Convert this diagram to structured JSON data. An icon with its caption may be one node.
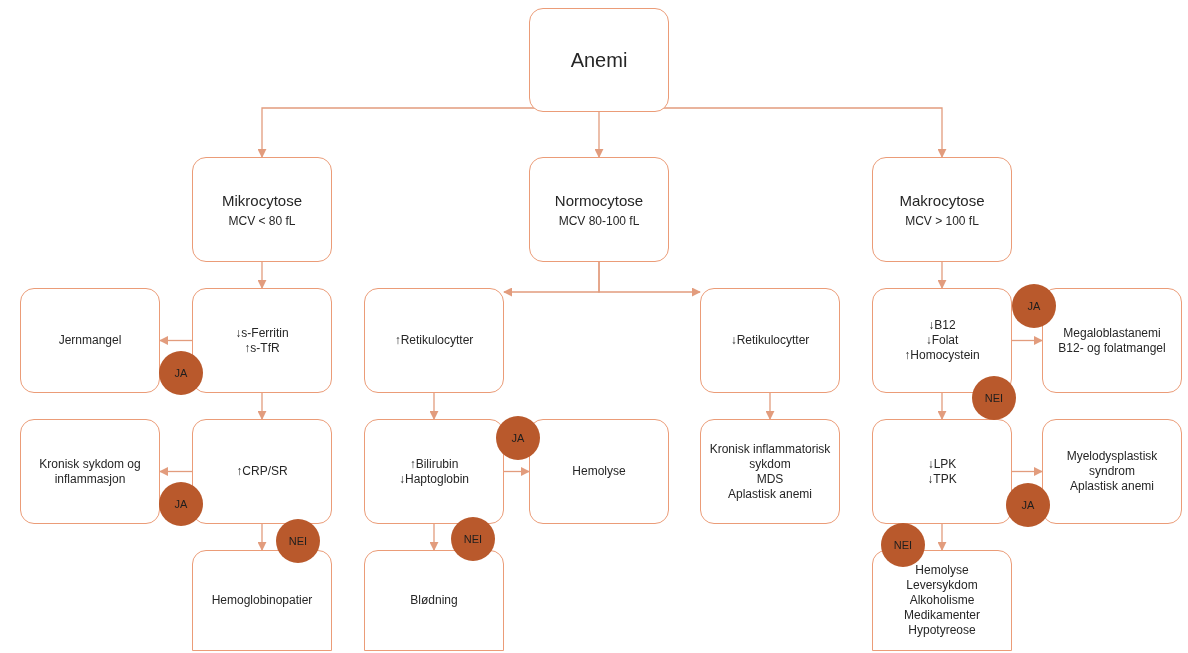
{
  "diagram": {
    "nodes": [
      {
        "text": [
          "Anemi"
        ]
      },
      {
        "text": [
          "Mikrocytose",
          "MCV < 80 fL"
        ]
      },
      {
        "text": [
          "Normocytose",
          "MCV 80-100 fL"
        ]
      },
      {
        "text": [
          "Makrocytose",
          "MCV > 100 fL"
        ]
      },
      {
        "text": [
          "Jernmangel"
        ]
      },
      {
        "text": [
          "↓s-Ferritin",
          "↑s-TfR"
        ]
      },
      {
        "text": [
          "↑Retikulocytter"
        ]
      },
      {
        "text": [
          "↓Retikulocytter"
        ]
      },
      {
        "text": [
          "↓B12",
          "↓Folat",
          "↑Homocystein"
        ]
      },
      {
        "text": [
          "Megaloblastanemi",
          "B12- og folatmangel"
        ]
      },
      {
        "text": [
          "Kronisk sykdom og inflammasjon"
        ]
      },
      {
        "text": [
          "↑CRP/SR"
        ]
      },
      {
        "text": [
          "↑Bilirubin",
          "↓Haptoglobin"
        ]
      },
      {
        "text": [
          "Hemolyse"
        ]
      },
      {
        "text": [
          "Kronisk inflammatorisk sykdom",
          "MDS",
          "Aplastisk anemi"
        ]
      },
      {
        "text": [
          "↓LPK",
          "↓TPK"
        ]
      },
      {
        "text": [
          "Myelodysplastisk syndrom",
          "Aplastisk anemi"
        ]
      },
      {
        "text": [
          "Hemoglobinopatier"
        ]
      },
      {
        "text": [
          "Blødning"
        ]
      },
      {
        "text": [
          "Hemolyse",
          "Leversykdom",
          "Alkoholisme",
          "Medikamenter",
          "Hypotyreose"
        ]
      }
    ],
    "edges": [
      {
        "from": 0,
        "to": 1,
        "arrow": "to"
      },
      {
        "from": 0,
        "to": 2,
        "arrow": "to"
      },
      {
        "from": 0,
        "to": 3,
        "arrow": "to"
      },
      {
        "from": 1,
        "to": 5,
        "arrow": "to"
      },
      {
        "from": 5,
        "to": 4,
        "arrow": "to",
        "label": "JA"
      },
      {
        "from": 5,
        "to": 11,
        "arrow": "to"
      },
      {
        "from": 11,
        "to": 10,
        "arrow": "to",
        "label": "JA"
      },
      {
        "from": 11,
        "to": 17,
        "arrow": "to",
        "label": "NEI"
      },
      {
        "from": 2,
        "to": 6,
        "arrow": "to"
      },
      {
        "from": 2,
        "to": 7,
        "arrow": "to"
      },
      {
        "from": 6,
        "to": 12,
        "arrow": "to"
      },
      {
        "from": 12,
        "to": 13,
        "arrow": "to",
        "label": "JA"
      },
      {
        "from": 12,
        "to": 18,
        "arrow": "to",
        "label": "NEI"
      },
      {
        "from": 7,
        "to": 14,
        "arrow": "to"
      },
      {
        "from": 3,
        "to": 8,
        "arrow": "to"
      },
      {
        "from": 8,
        "to": 9,
        "arrow": "to",
        "label": "JA"
      },
      {
        "from": 8,
        "to": 15,
        "arrow": "to",
        "label": "NEI"
      },
      {
        "from": 15,
        "to": 16,
        "arrow": "to",
        "label": "JA"
      },
      {
        "from": 15,
        "to": 19,
        "arrow": "to",
        "label": "NEI"
      }
    ]
  }
}
